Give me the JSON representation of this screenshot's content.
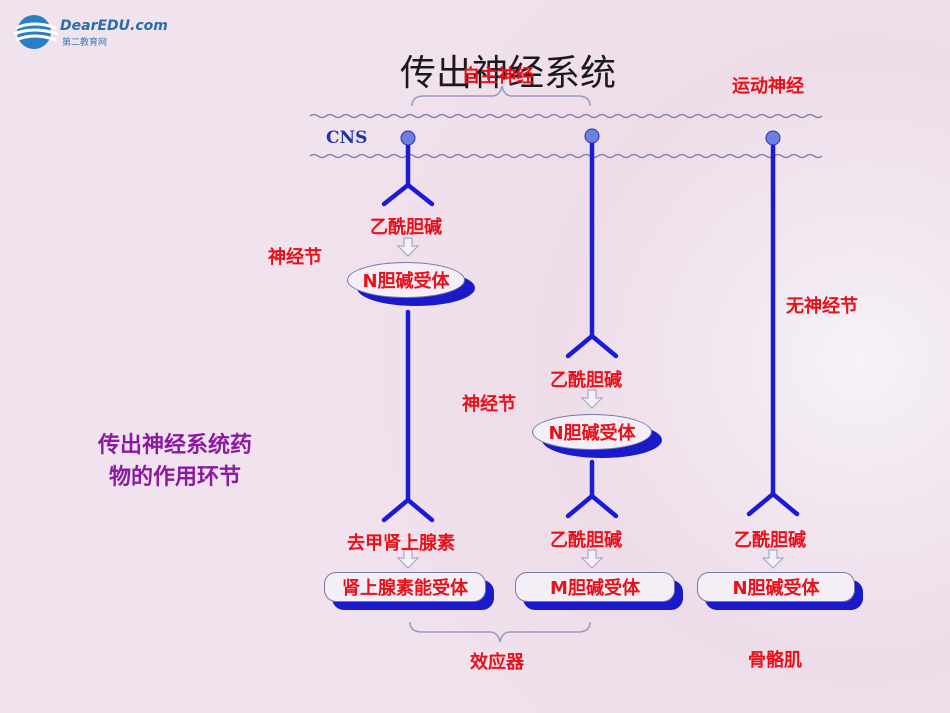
{
  "logo": {
    "brand": "DearEDU.com",
    "subtitle": "第二教育网"
  },
  "title": "传出神经系统",
  "labels": {
    "autonomic": "自主神经",
    "motor": "运动神经",
    "cns": "CNS",
    "ganglion_1": "神经节",
    "ganglion_2": "神经节",
    "no_ganglion": "无神经节",
    "ach_1": "乙酰胆碱",
    "ach_2": "乙酰胆碱",
    "ach_3": "乙酰胆碱",
    "ach_4": "乙酰胆碱",
    "norepinephrine": "去甲肾上腺素",
    "effector": "效应器",
    "skeletal_muscle": "骨骼肌"
  },
  "receptors": {
    "n_receptor_1": "N胆碱受体",
    "n_receptor_2": "N胆碱受体",
    "adrenergic": "肾上腺素能受体",
    "m_receptor": "M胆碱受体",
    "n_receptor_3": "N胆碱受体"
  },
  "side_note": {
    "line1": "传出神经系统药",
    "line2": "物的作用环节"
  },
  "colors": {
    "nerve_blue": "#1a1ad8",
    "label_red": "#e8101a",
    "note_purple": "#8a1aa0"
  }
}
